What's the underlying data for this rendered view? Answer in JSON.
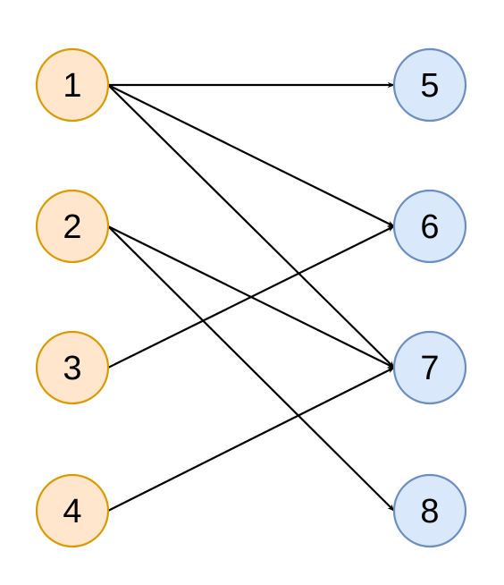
{
  "graph": {
    "left_nodes": [
      {
        "id": "1",
        "label": "1"
      },
      {
        "id": "2",
        "label": "2"
      },
      {
        "id": "3",
        "label": "3"
      },
      {
        "id": "4",
        "label": "4"
      }
    ],
    "right_nodes": [
      {
        "id": "5",
        "label": "5"
      },
      {
        "id": "6",
        "label": "6"
      },
      {
        "id": "7",
        "label": "7"
      },
      {
        "id": "8",
        "label": "8"
      }
    ],
    "edges": [
      {
        "from": "1",
        "to": "5"
      },
      {
        "from": "1",
        "to": "6"
      },
      {
        "from": "1",
        "to": "7"
      },
      {
        "from": "2",
        "to": "7"
      },
      {
        "from": "2",
        "to": "8"
      },
      {
        "from": "3",
        "to": "6"
      },
      {
        "from": "4",
        "to": "7"
      }
    ]
  },
  "colors": {
    "left_fill": "#FFE6CC",
    "left_stroke": "#D79B00",
    "right_fill": "#DAE8FC",
    "right_stroke": "#6C8EBF",
    "edge": "#000000"
  }
}
